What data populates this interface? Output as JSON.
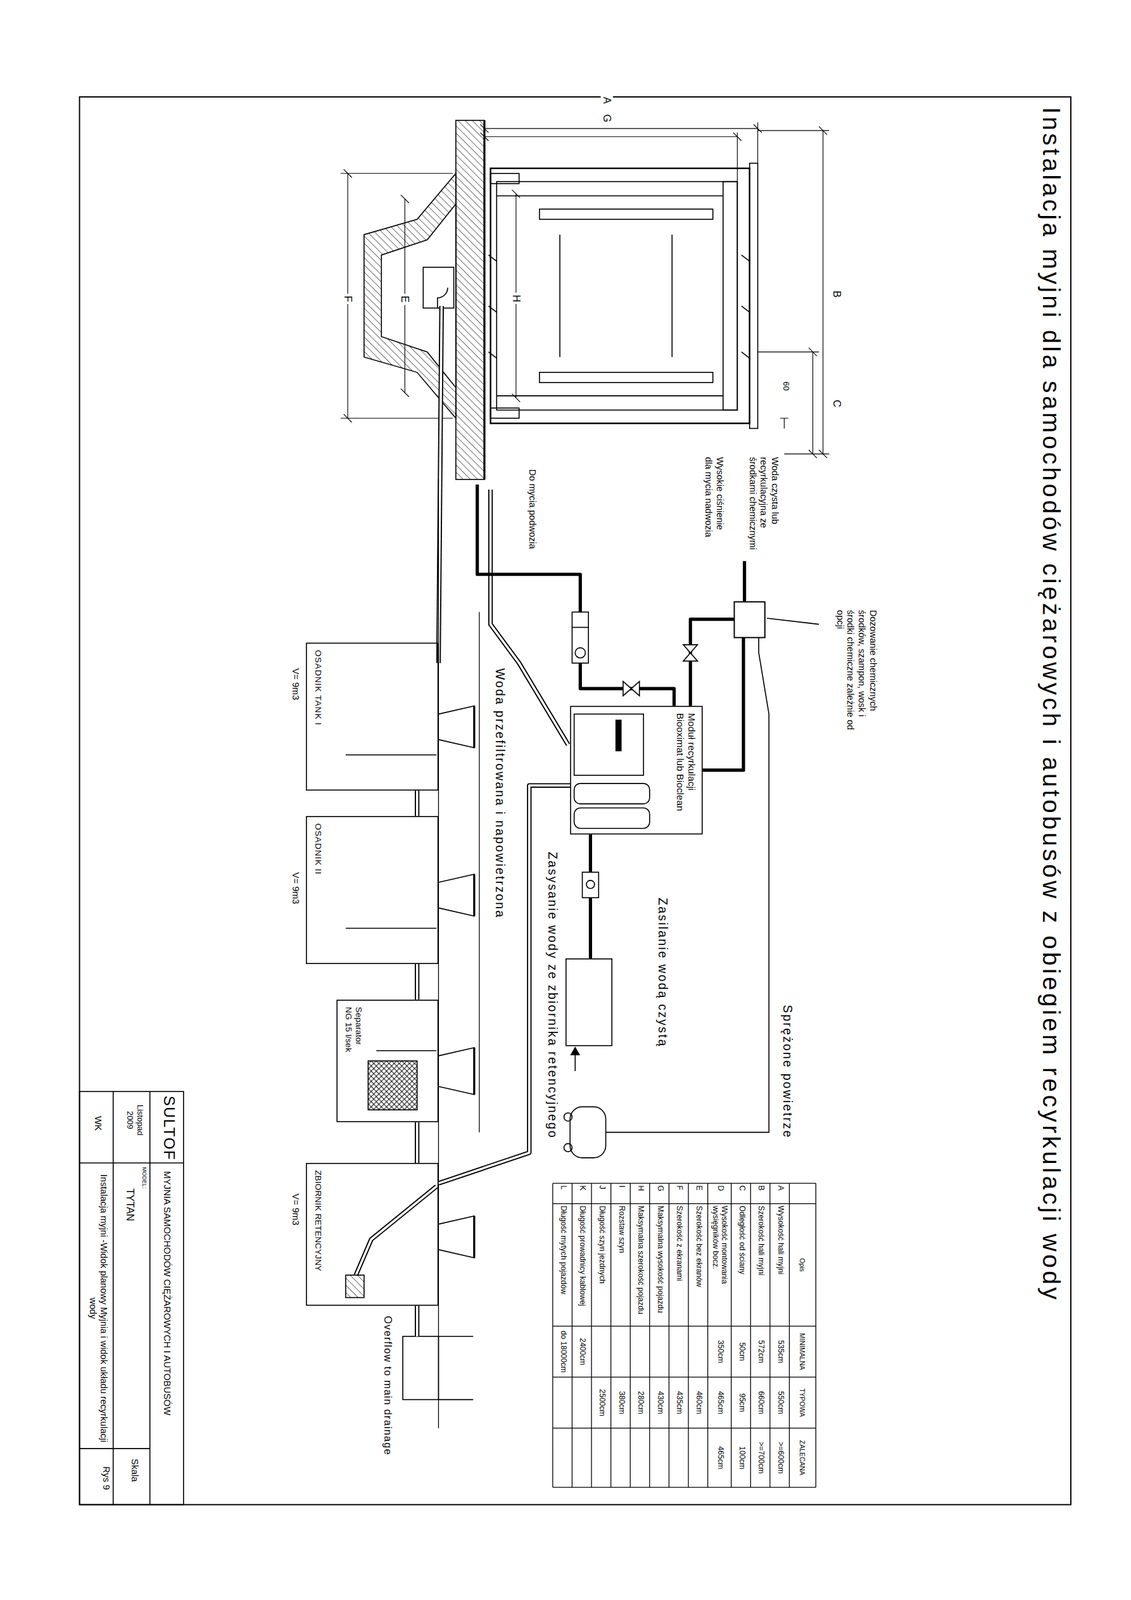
{
  "diagram": {
    "title": "Instalacja myjni dla samochodów ciężarowych i autobusów z obiegiem recyrkulacji wody",
    "nodes": [
      {
        "text": [
          "Moduł recyrkulacji Biooximat lub Bioclean"
        ]
      },
      {
        "text": [
          "OSADNIK TANK I"
        ]
      },
      {
        "text": [
          "OSADNIK II"
        ]
      },
      {
        "text": [
          "Separator",
          "NG 15 l/sek"
        ]
      },
      {
        "text": [
          "ZBIORNIK RETENCYJNY"
        ]
      }
    ],
    "edges": [
      {
        "from": 1,
        "to": 2,
        "arrow": "none"
      },
      {
        "from": 2,
        "to": 3,
        "arrow": "none"
      },
      {
        "from": 3,
        "to": 4,
        "arrow": "none"
      },
      {
        "from": 4,
        "to": 0,
        "arrow": "none"
      }
    ],
    "labels": [
      "A",
      "G",
      "B",
      "C",
      "60",
      "H",
      "E",
      "F",
      "Woda czysta lub recyrkulacyjna ze środkami chemicznymi",
      "Wysokie ciśnienie dla mycia nadwozia",
      "Do mycia podwozia",
      "Dozowanie chemicznych środków, szampon, wosk i środki chemiczne zależnie od opcji",
      "Woda przefiltrowana i napowietrzona",
      "Zasysanie wody ze zbiornika retencyjnego",
      "Zasilanie wodą czystą",
      "Sprężone powietrze",
      "V= 9m3",
      "V= 9m3",
      "V= 9m3",
      "Overflow to main drainage",
      "Opis",
      "MINIMALNA",
      "TYPOWA",
      "ZALECANA",
      "A",
      "Wysokość hali myjni",
      "535cm",
      "550cm",
      ">=600cm",
      "B",
      "Szerokość hali myjni",
      "572cm",
      "660cm",
      ">=700cm",
      "C",
      "Odległość od ściany",
      "50cm",
      "95cm",
      "100cm",
      "D",
      "Wysokość montowania wysięgników bocz.",
      "350cm",
      "465cm",
      "465cm",
      "E",
      "Szerokość bez ekranów",
      "460cm",
      "F",
      "Szerokość z ekranami",
      "435cm",
      "G",
      "Maksymalna wysokość pojazdu",
      "430cm",
      "H",
      "Maksymalna szerokość pojazdu",
      "280cm",
      "I",
      "Rozstaw szyn",
      "380cm",
      "J",
      "Długość szyn jezdnych",
      "2500cm",
      "K",
      "Długość prowadnicy kablowej",
      "2400cm",
      "L",
      "Długość mytych pojazdów",
      "do 18000cm",
      "SULTOF",
      "MYJNIA SAMOCHODÓW CIĘŻAROWYCH I AUTOBUSÓW",
      "Listopad 2009",
      "MODEL:",
      "TYTAN",
      "Skala",
      "WK",
      "Instalacja myjni -Widok planowy Myjnia i widok układu recyrkulacji wody",
      "Rys 9"
    ]
  }
}
